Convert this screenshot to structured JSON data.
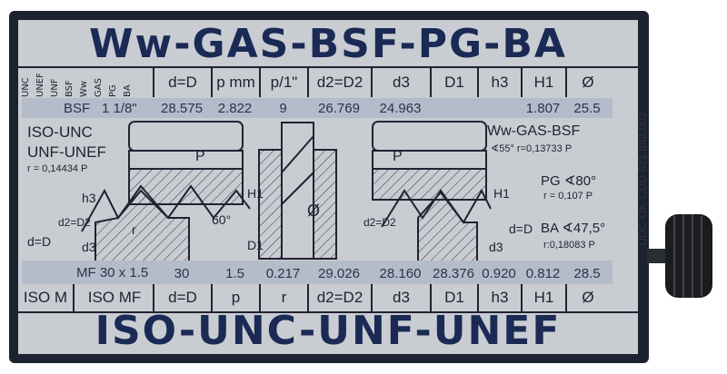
{
  "top_title": "Ww-GAS-BSF-PG-BA",
  "bottom_title": "ISO-UNC-UNF-UNEF",
  "side_code": "UDC-OK-CDU 621.882.082",
  "top_header": {
    "types": [
      "UNC",
      "UNEF",
      "UNF",
      "BSF",
      "Ww",
      "GAS",
      "PG",
      "BA"
    ],
    "columns": [
      "d=D",
      "p mm",
      "p/1\"",
      "d2=D2",
      "d3",
      "D1",
      "h3",
      "H1",
      "Ø"
    ]
  },
  "top_row": {
    "type": "BSF",
    "size": "1 1/8\"",
    "values": [
      "28.575",
      "2.822",
      "9",
      "26.769",
      "24.963",
      "",
      "",
      "1.807",
      "25.5"
    ]
  },
  "bottom_row": {
    "type": "MF 30 x 1.5",
    "values": [
      "30",
      "1.5",
      "0.217",
      "29.026",
      "28.160",
      "28.376",
      "0.920",
      "0.812",
      "28.5"
    ]
  },
  "bottom_header": {
    "iso_m": "ISO M",
    "iso_mf": "ISO MF",
    "columns": [
      "d=D",
      "p",
      "r",
      "d2=D2",
      "d3",
      "D1",
      "h3",
      "H1",
      "Ø"
    ]
  },
  "diagram": {
    "left_title1": "ISO-UNC",
    "left_title2": "UNF-UNEF",
    "left_r": "r = 0,14434 P",
    "right_title": "Ww-GAS-BSF",
    "right_sub": "∢55° r=0,13733 P",
    "pg_title": "PG ∢80°",
    "pg_r": "r = 0,107 P",
    "ba_title": "BA ∢47,5°",
    "ba_r": "r:0,18083 P",
    "angle": "60°",
    "labels": {
      "p": "P",
      "h3": "h3",
      "H1": "H1",
      "dD": "d=D",
      "d2": "d2=D2",
      "d3": "d3",
      "D1": "D1",
      "dia": "Ø",
      "r": "r"
    }
  },
  "colors": {
    "frame": "#1d2230",
    "panel": "#c9cdd2",
    "ink": "#1a2a55"
  }
}
